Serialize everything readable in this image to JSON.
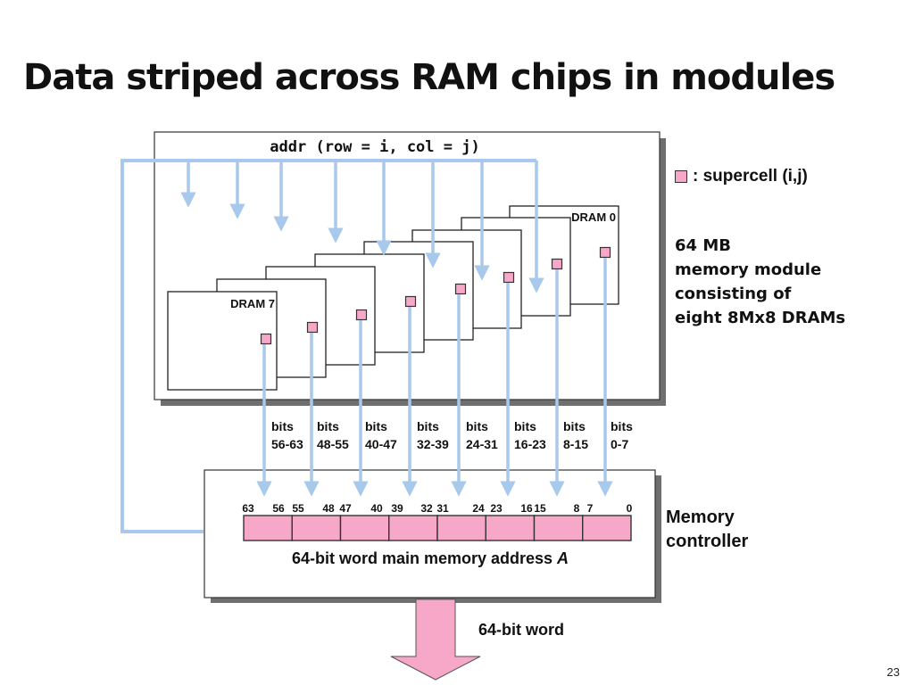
{
  "slide": {
    "title": "Data striped across RAM chips in modules",
    "page_number": "23"
  },
  "address_label": "addr (row = i, col = j)",
  "legend": {
    "text": ": supercell (i,j)"
  },
  "module_description": [
    "64 MB",
    "memory module",
    "consisting of",
    "eight 8Mx8 DRAMs"
  ],
  "chips": [
    "DRAM 7",
    "DRAM 0"
  ],
  "bit_groups": [
    [
      "bits",
      "56-63"
    ],
    [
      "bits",
      "48-55"
    ],
    [
      "bits",
      "40-47"
    ],
    [
      "bits",
      "32-39"
    ],
    [
      "bits",
      "24-31"
    ],
    [
      "bits",
      "16-23"
    ],
    [
      "bits",
      "8-15"
    ],
    [
      "bits",
      "0-7"
    ]
  ],
  "word_bit_numbers": [
    "63",
    "56",
    "55",
    "48",
    "47",
    "40",
    "39",
    "32",
    "31",
    "24",
    "23",
    "16",
    "15",
    "8",
    "7",
    "0"
  ],
  "word_label": "64-bit word main memory address ",
  "word_label_var": "A",
  "controller_label": [
    "Memory",
    "controller"
  ],
  "output_label": "64-bit word",
  "colors": {
    "supercell": "#f7a8c8",
    "address_line": "#a9c9ec",
    "output_arrow": "#f7a8c8"
  }
}
